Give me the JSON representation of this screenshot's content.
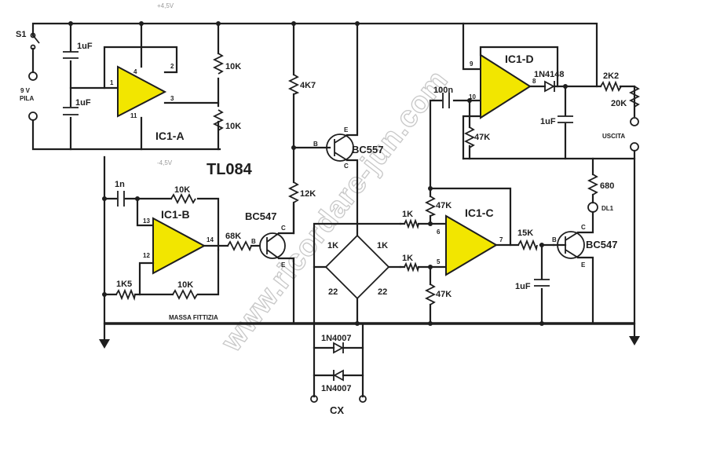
{
  "chip": "TL084",
  "ics": {
    "a": "IC1-A",
    "b": "IC1-B",
    "c": "IC1-C",
    "d": "IC1-D"
  },
  "transistors": {
    "q_pnp": "BC557",
    "q_npn1": "BC547",
    "q_npn2": "BC547"
  },
  "supply": {
    "switch": "S1",
    "battery_v": "9 V",
    "battery_label": "PILA",
    "plus_rail": "+4,5V",
    "minus_rail": "-4,5V"
  },
  "resistors": {
    "div_top": "10K",
    "div_bot": "10K",
    "r4k7": "4K7",
    "r12k": "12K",
    "fb_b": "10K",
    "in_b": "1K5",
    "gnd_b": "10K",
    "r68k": "68K",
    "bridge_tl": "1K",
    "bridge_tr": "1K",
    "bridge_bl": "22",
    "bridge_br": "22",
    "c_in1": "1K",
    "c_in2": "1K",
    "c_bias1": "47K",
    "c_bias2": "47K",
    "r15k": "15K",
    "d_bias": "47K",
    "r2k2": "2K2",
    "pot": "20K",
    "led_r": "680"
  },
  "capacitors": {
    "c1": "1uF",
    "c2": "1uF",
    "c_b": "1n",
    "c_d_in": "100n",
    "c_d_out": "1uF",
    "c_c_out": "1uF"
  },
  "diodes": {
    "d_out": "1N4148",
    "d1": "1N4007",
    "d2": "1N4007",
    "led": "DL1"
  },
  "labels": {
    "massa": "MASSA FITTIZIA",
    "cx": "CX",
    "uscita": "USCITA"
  },
  "pins": {
    "a_out": "1",
    "a_in_minus": "2",
    "a_in_plus": "3",
    "a_vcc": "4",
    "a_vee": "11",
    "b_in_minus": "13",
    "b_in_plus": "12",
    "b_out": "14",
    "c_in_minus": "6",
    "c_in_plus": "5",
    "c_out": "7",
    "d_in_minus": "9",
    "d_in_plus": "10",
    "d_out": "8"
  },
  "transistor_pins": {
    "b": "B",
    "c": "C",
    "e": "E"
  },
  "watermark": "www.ricordare-jun.com"
}
